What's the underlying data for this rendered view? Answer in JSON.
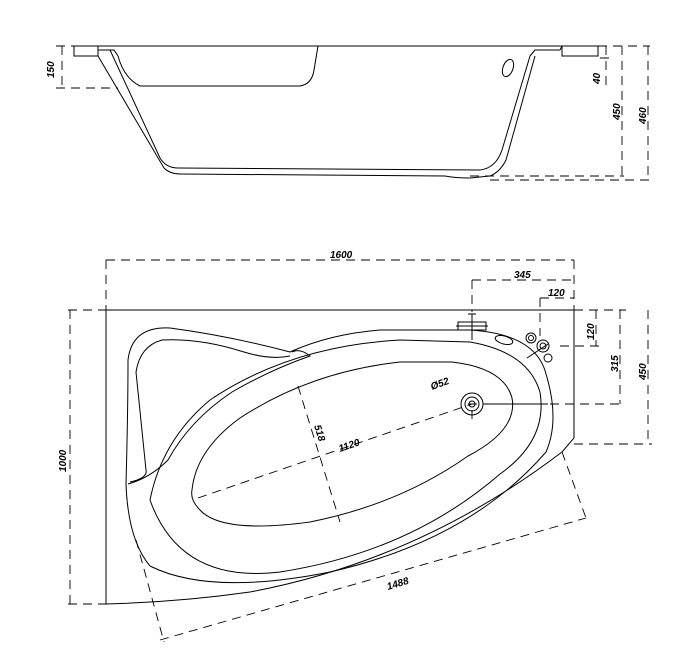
{
  "diagram": {
    "side_view": {
      "dim_rim_height": "150",
      "dim_overflow": "40",
      "dim_inner_height": "450",
      "dim_total_height": "460"
    },
    "top_view": {
      "dim_width": "1600",
      "dim_depth": "1000",
      "dim_tap_offset": "345",
      "dim_overflow_x": "120",
      "dim_overflow_y": "120",
      "dim_drain_y": "315",
      "dim_right_depth": "450",
      "dim_drain_diameter": "Ø52",
      "dim_inner_length": "1120",
      "dim_inner_width": "518",
      "dim_diagonal": "1488"
    }
  }
}
